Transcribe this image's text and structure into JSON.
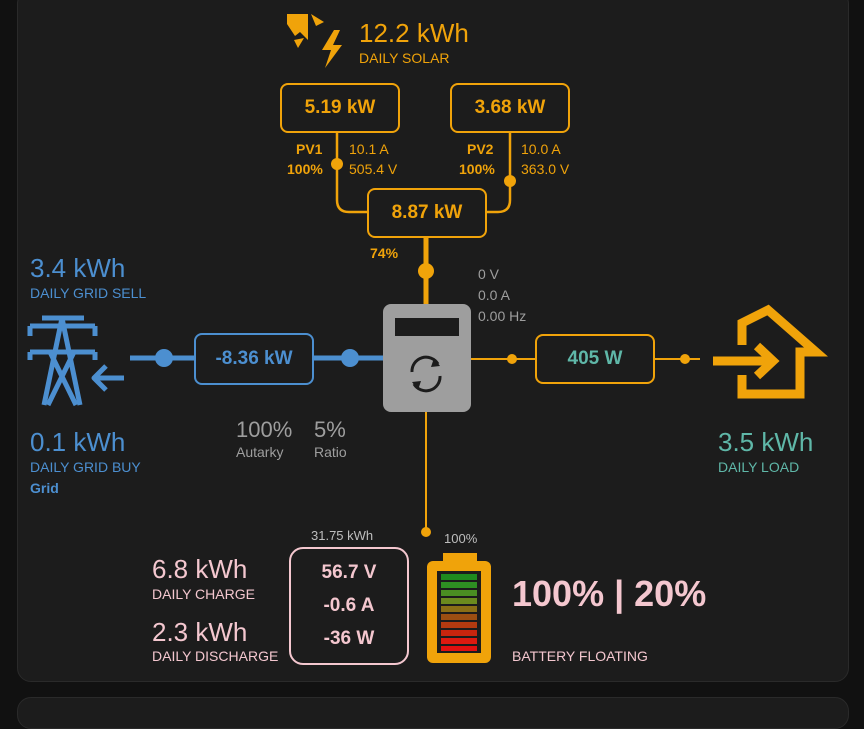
{
  "solar": {
    "daily_value": "12.2 kWh",
    "daily_label": "DAILY SOLAR",
    "pv1": {
      "power": "5.19 kW",
      "name": "PV1",
      "pct": "100%",
      "current": "10.1 A",
      "voltage": "505.4 V"
    },
    "pv2": {
      "power": "3.68 kW",
      "name": "PV2",
      "pct": "100%",
      "current": "10.0 A",
      "voltage": "363.0 V"
    },
    "total": {
      "power": "8.87 kW",
      "pct": "74%"
    }
  },
  "inverter": {
    "voltage": "0 V",
    "current": "0.0 A",
    "frequency": "0.00 Hz"
  },
  "grid": {
    "sell_value": "3.4 kWh",
    "sell_label": "DAILY GRID SELL",
    "buy_value": "0.1 kWh",
    "buy_label": "DAILY GRID BUY",
    "name": "Grid",
    "power": "-8.36 kW",
    "autarky_value": "100%",
    "autarky_label": "Autarky",
    "ratio_value": "5%",
    "ratio_label": "Ratio"
  },
  "load": {
    "power": "405 W",
    "daily_value": "3.5 kWh",
    "daily_label": "DAILY LOAD"
  },
  "battery": {
    "capacity": "31.75 kWh",
    "voltage": "56.7 V",
    "current": "-0.6 A",
    "power": "-36 W",
    "level_label": "100%",
    "soc_display": "100% | 20%",
    "state": "BATTERY FLOATING",
    "charge_value": "6.8 kWh",
    "charge_label": "DAILY CHARGE",
    "discharge_value": "2.3 kWh",
    "discharge_label": "DAILY DISCHARGE",
    "level_fraction": 1.0
  },
  "colors": {
    "solar": "#f0a30a",
    "grid": "#4c8fd0",
    "load": "#5fb7a8",
    "battery": "#f4c7cf",
    "inverter": "#9e9e9e"
  },
  "icons": {
    "solar": "sun-lightning-icon",
    "grid": "power-tower-icon",
    "load": "house-arrow-icon",
    "inverter": "inverter-sync-icon",
    "battery": "battery-icon"
  }
}
